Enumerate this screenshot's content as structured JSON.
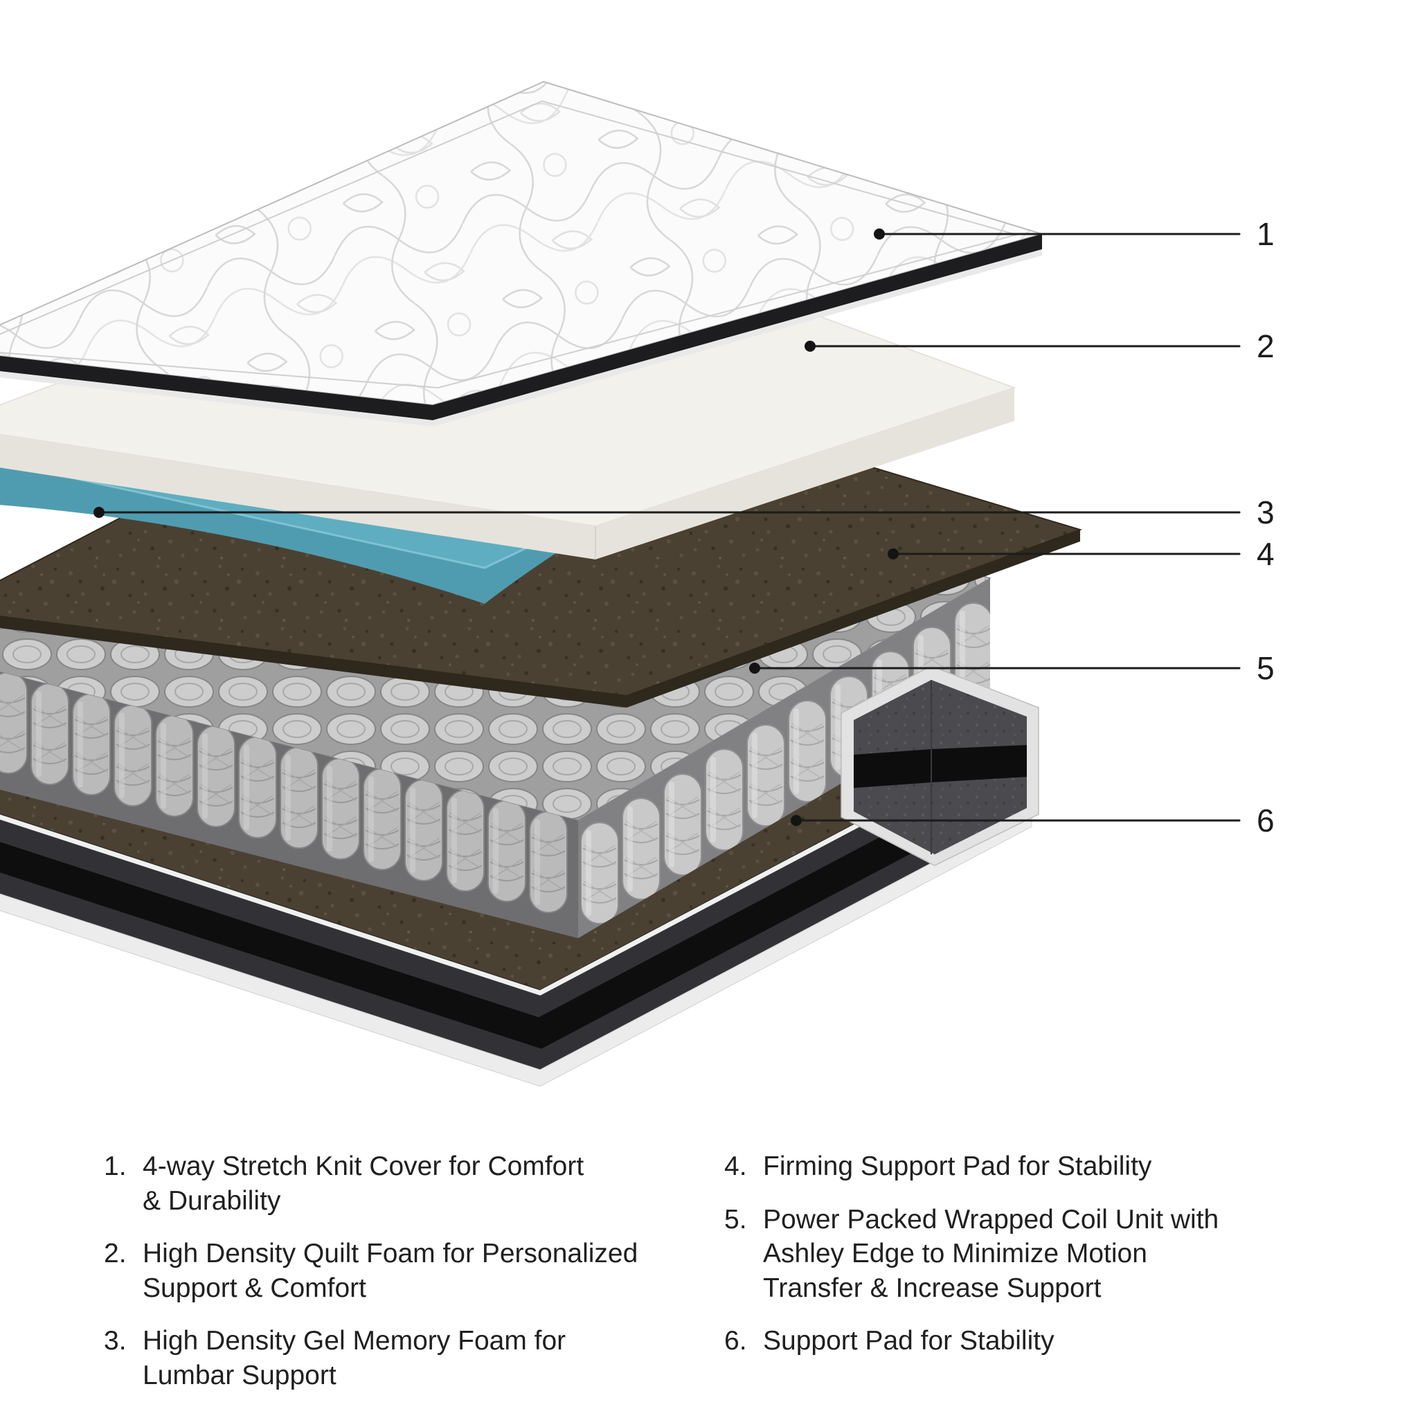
{
  "figure": {
    "type": "exploded-mattress-layer-diagram"
  },
  "callouts": [
    {
      "number": "1"
    },
    {
      "number": "2"
    },
    {
      "number": "3"
    },
    {
      "number": "4"
    },
    {
      "number": "5"
    },
    {
      "number": "6"
    }
  ],
  "legend": {
    "left": [
      {
        "number": "1.",
        "lines": [
          "4-way Stretch Knit Cover for Comfort",
          "& Durability"
        ]
      },
      {
        "number": "2.",
        "lines": [
          "High Density Quilt Foam for Personalized",
          "Support & Comfort"
        ]
      },
      {
        "number": "3.",
        "lines": [
          "High Density Gel Memory Foam for",
          "Lumbar Support"
        ]
      }
    ],
    "right": [
      {
        "number": "4.",
        "lines": [
          "Firming Support Pad for Stability"
        ]
      },
      {
        "number": "5.",
        "lines": [
          "Power Packed Wrapped Coil Unit with",
          "Ashley Edge to Minimize Motion",
          "Transfer & Increase Support"
        ]
      },
      {
        "number": "6.",
        "lines": [
          "Support Pad for Stability"
        ]
      }
    ]
  },
  "colors": {
    "background": "#ffffff",
    "gel_foam_blue": "#5fadc1",
    "support_pad_brown": "#4a4132",
    "coil_gray": "#c9c9c9",
    "cover_edge_black": "#1d1d1f",
    "callout_line": "#1c1c1c"
  }
}
